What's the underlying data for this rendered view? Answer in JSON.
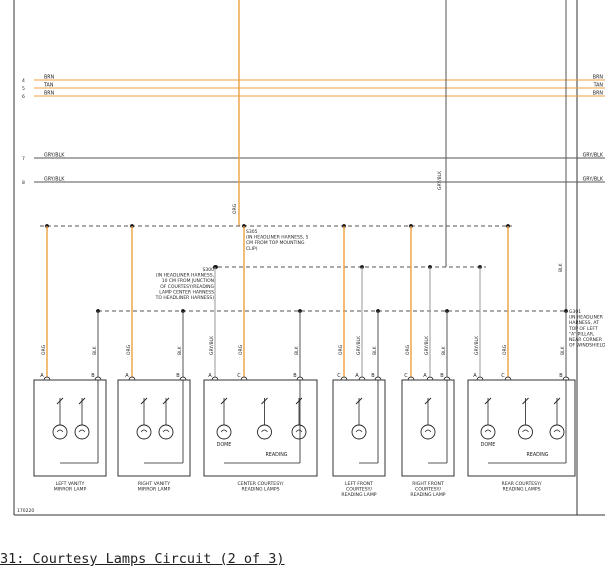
{
  "colors": {
    "orange": "#f0a040",
    "wire": "#555555",
    "gray": "#9a9a9a",
    "border": "#333333"
  },
  "wires": [
    {
      "num": "4",
      "label": "BRN",
      "color": "orange"
    },
    {
      "num": "5",
      "label": "TAN",
      "color": "orange"
    },
    {
      "num": "6",
      "label": "BRN",
      "color": "orange"
    },
    {
      "num": "7",
      "label": "GRY/BLK",
      "color": "wire"
    },
    {
      "num": "8",
      "label": "GRY/BLK",
      "color": "wire"
    }
  ],
  "vertical_labels": {
    "top_drop": "GRY/BLK",
    "orange_drop": "ORG",
    "right_blk": "BLK"
  },
  "splices": {
    "s305": [
      "S305",
      "(IN HEADLINER HARNESS, 5",
      "CM FROM TOP MOUNTING",
      "CLIP)"
    ],
    "s300": [
      "S300",
      "(IN HEADLINER HARNESS,",
      "10 CM FROM JUNCTION",
      "OF COURTESY/READING",
      "LAMP CENTER HARNESS",
      "TO HEADLINER HARNESS)"
    ],
    "g301": [
      "G301",
      "(IN HEADLINER",
      "HARNESS, AT",
      "TOP OF LEFT",
      "\"A\" PILLAR,",
      "NEAR CORNER",
      "OF WINDSHIELD)"
    ]
  },
  "lamps": [
    {
      "name": [
        "LEFT VANITY",
        "MIRROR LAMP"
      ],
      "pins": [
        {
          "pin": "A",
          "color": "ORG"
        },
        {
          "pin": "B",
          "color": "BLK"
        }
      ],
      "labels": []
    },
    {
      "name": [
        "RIGHT VANITY",
        "MIRROR LAMP"
      ],
      "pins": [
        {
          "pin": "A",
          "color": "ORG"
        },
        {
          "pin": "B",
          "color": "BLK"
        }
      ],
      "labels": []
    },
    {
      "name": [
        "CENTER COURTESY/",
        "READING LAMPS"
      ],
      "pins": [
        {
          "pin": "A",
          "color": "GRY/BLK"
        },
        {
          "pin": "C",
          "color": "ORG"
        },
        {
          "pin": "B",
          "color": "BLK"
        }
      ],
      "labels": [
        "DOME",
        "READING"
      ]
    },
    {
      "name": [
        "LEFT FRONT",
        "COURTESY/",
        "READING LAMP"
      ],
      "pins": [
        {
          "pin": "C",
          "color": "ORG"
        },
        {
          "pin": "A",
          "color": "GRY/BLK"
        },
        {
          "pin": "B",
          "color": "BLK"
        }
      ],
      "labels": []
    },
    {
      "name": [
        "RIGHT FRONT",
        "COURTESY/",
        "READING LAMP"
      ],
      "pins": [
        {
          "pin": "C",
          "color": "ORG"
        },
        {
          "pin": "A",
          "color": "GRY/BLK"
        },
        {
          "pin": "B",
          "color": "BLK"
        }
      ],
      "labels": []
    },
    {
      "name": [
        "REAR COURTESY/",
        "READING LAMPS"
      ],
      "pins": [
        {
          "pin": "A",
          "color": "GRY/BLK"
        },
        {
          "pin": "C",
          "color": "ORG"
        },
        {
          "pin": "B",
          "color": "BLK"
        }
      ],
      "labels": [
        "DOME",
        "READING"
      ]
    }
  ],
  "figure_id": "170220",
  "caption": "31: Courtesy Lamps Circuit (2 of 3)"
}
